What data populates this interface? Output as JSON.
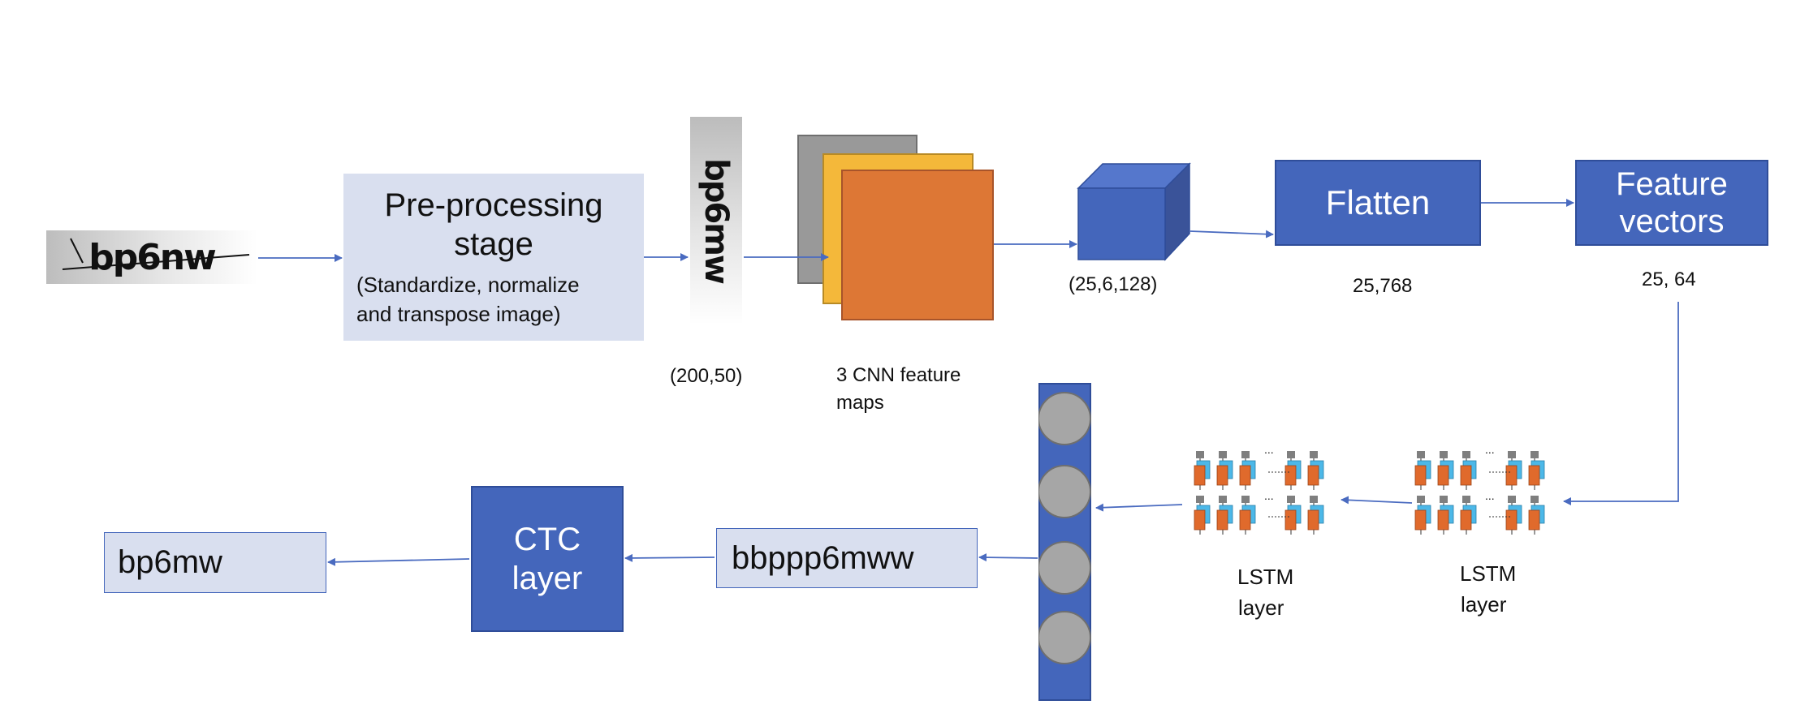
{
  "input_captcha_text": "bp6nw",
  "transposed_captcha_text": "bp6mw",
  "preprocess": {
    "title_line1": "Pre-processing",
    "title_line2": "stage",
    "desc_line1": "(Standardize, normalize",
    "desc_line2": "and transpose image)"
  },
  "dims_input": "(200,50)",
  "cnn": {
    "label_line1": "3 CNN feature",
    "label_line2": "maps"
  },
  "cube_dims": "(25,6,128)",
  "flatten": {
    "label": "Flatten",
    "dims": "25,768"
  },
  "feature_vectors": {
    "label_line1": "Feature",
    "label_line2": "vectors",
    "dims": "25, 64"
  },
  "lstm1": {
    "label_line1": "LSTM",
    "label_line2": "layer",
    "ellipsis": "..."
  },
  "lstm2": {
    "label_line1": "LSTM",
    "label_line2": "layer",
    "ellipsis": "..."
  },
  "decoded_raw": "bbppp6mww",
  "ctc": {
    "label_line1": "CTC",
    "label_line2": "layer"
  },
  "output": "bp6mw",
  "colors": {
    "box_light": "#d9dfef",
    "box_dark": "#4466bb",
    "arrow": "#4a6bc0",
    "cnn_gray": "#999999",
    "cnn_yellow": "#f4b83a",
    "cnn_orange": "#dd7735",
    "neuron": "#a6a6a6",
    "lstm_orange": "#e06a2c",
    "lstm_blue": "#4cb8e8",
    "lstm_gray": "#7f7f7f"
  }
}
